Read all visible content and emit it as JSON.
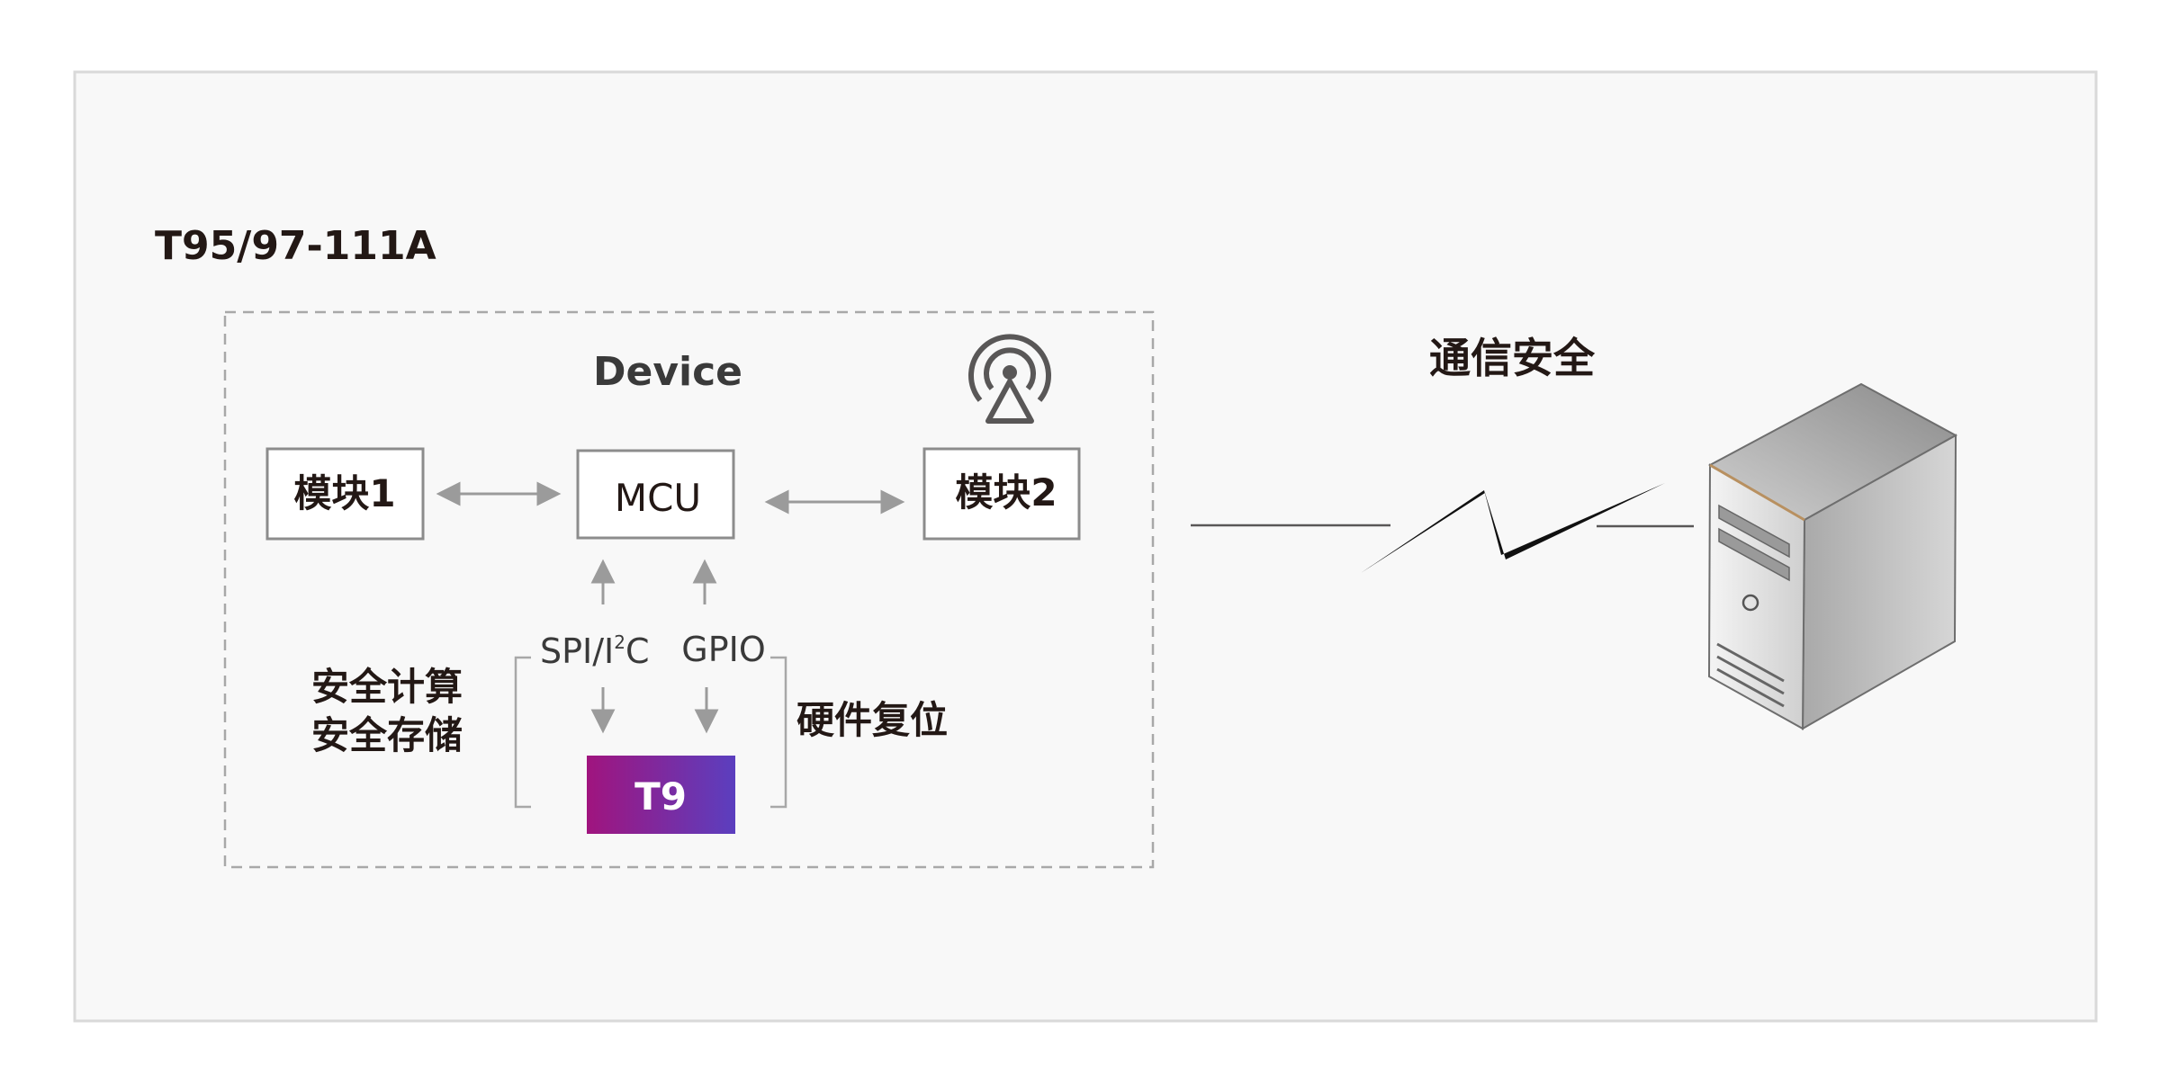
{
  "diagram": {
    "product_label": "T95/97-111A",
    "device_label": "Device",
    "module1_label": "模块1",
    "mcu_label": "MCU",
    "module2_label": "模块2",
    "bus_label_pre": "SPI/I",
    "bus_label_sup": "2",
    "bus_label_post": "C",
    "gpio_label": "GPIO",
    "security_line1": "安全计算",
    "security_line2": "安全存储",
    "hw_reset_label": "硬件复位",
    "chip_label": "T9",
    "comm_label": "通信安全",
    "icons": {
      "antenna": "antenna-icon",
      "lightning": "lightning-link-icon",
      "server": "server-icon"
    },
    "colors": {
      "panel_bg": "#f8f8f8",
      "panel_border": "#d9d9d9",
      "text": "#231815",
      "box_border": "#8c8c8c",
      "arrow": "#9b9b9b",
      "chip_gradient_start": "#a0147e",
      "chip_gradient_end": "#5b3fbf"
    }
  }
}
